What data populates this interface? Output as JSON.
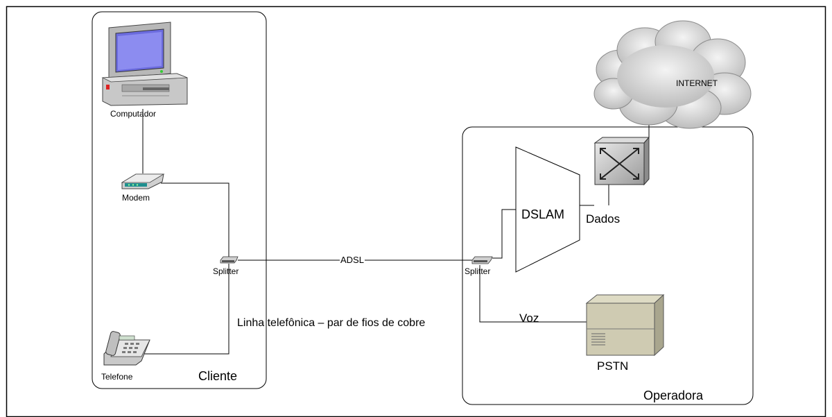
{
  "client": {
    "title": "Cliente",
    "computer_label": "Computador",
    "modem_label": "Modem",
    "splitter_label": "Splitter",
    "phone_label": "Telefone"
  },
  "operator": {
    "title": "Operadora",
    "splitter_label": "Splitter",
    "dslam_label": "DSLAM",
    "data_label": "Dados",
    "voice_label": "Voz",
    "pstn_label": "PSTN",
    "internet_label": "INTERNET"
  },
  "link": {
    "adsl_label": "ADSL",
    "line_caption": "Linha telefônica – par de fios de cobre"
  },
  "icons": {
    "computer": "computer-icon",
    "modem": "modem-icon",
    "splitter": "splitter-icon",
    "telephone": "telephone-icon",
    "cloud": "cloud-icon",
    "switch": "switch-icon",
    "server": "server-icon"
  }
}
